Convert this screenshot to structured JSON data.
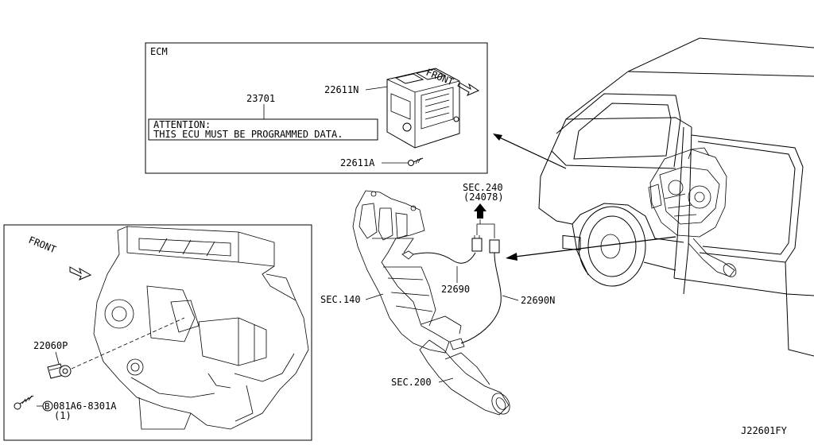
{
  "ecm_box": {
    "title": "ECM",
    "part_23701": "23701",
    "part_22611N": "22611N",
    "part_22611A": "22611A",
    "front_label": "FRONT",
    "attention_line1": "ATTENTION:",
    "attention_line2": "THIS ECU MUST BE PROGRAMMED DATA."
  },
  "engine_box": {
    "front_label": "FRONT",
    "part_22060P": "22060P",
    "bolt_code": "081A6-8301A",
    "bolt_circle": "B",
    "bolt_qty": "(1)"
  },
  "exhaust": {
    "sec_240": "SEC.240",
    "sec_240_sub": "(24078)",
    "part_22690": "22690",
    "part_22690N": "22690N",
    "sec_140": "SEC.140",
    "sec_200": "SEC.200"
  },
  "figure_id": "J22601FY"
}
